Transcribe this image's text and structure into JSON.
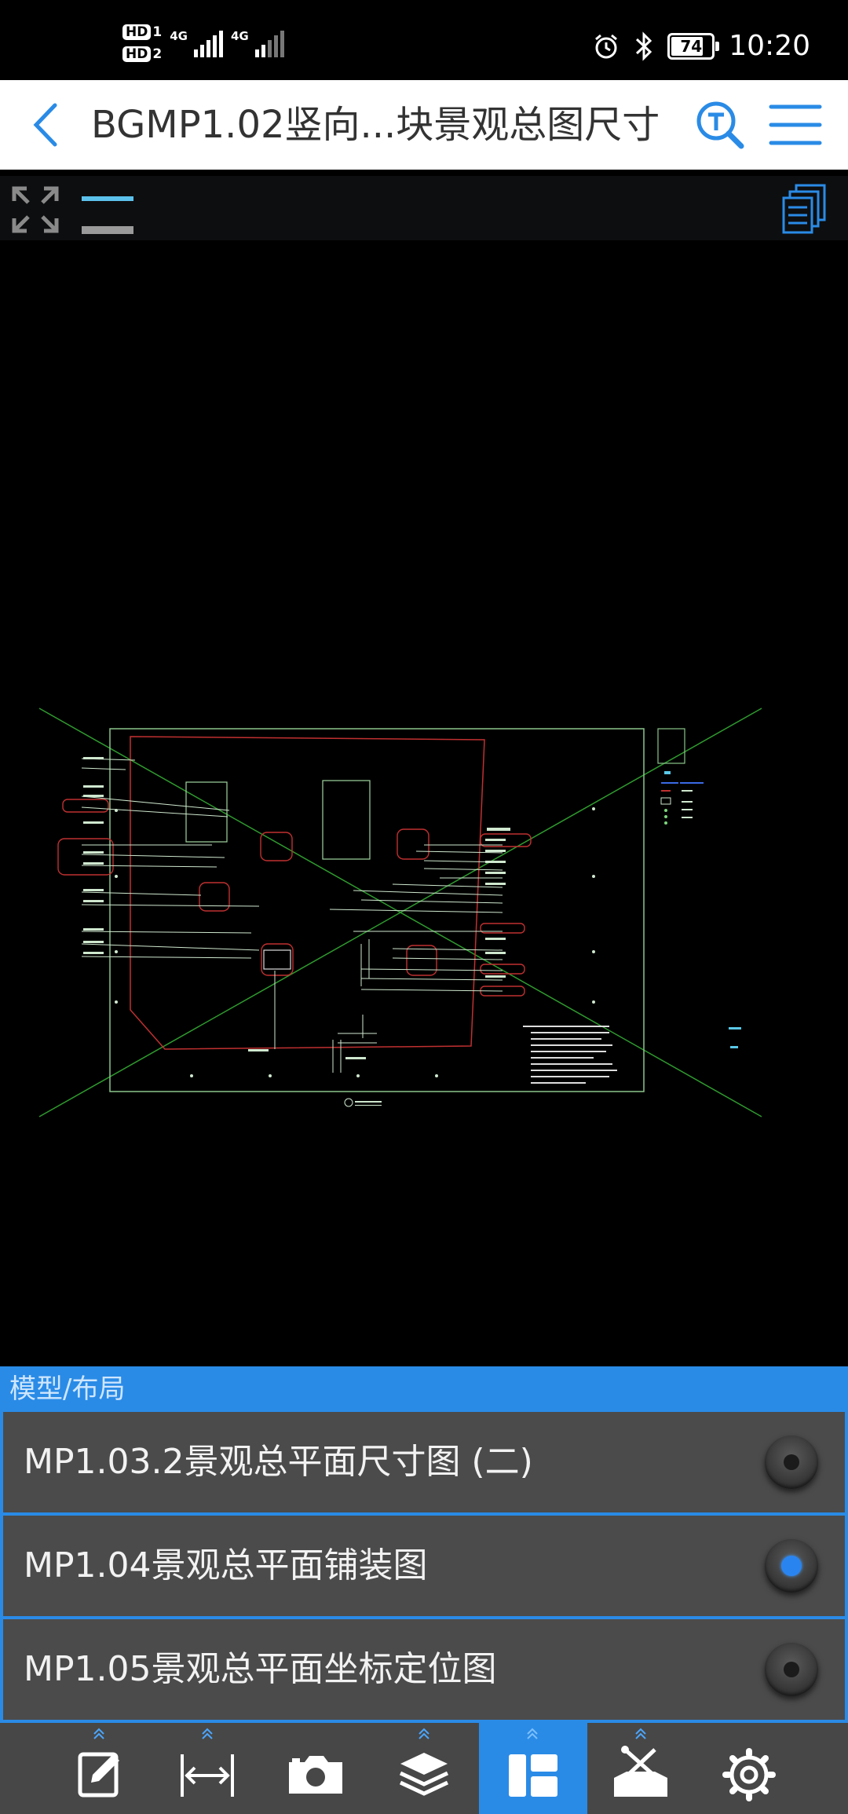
{
  "status_bar": {
    "sim1_label": "HD",
    "sim1_num": "1",
    "sim2_label": "HD",
    "sim2_num": "2",
    "network1": "4G",
    "network2": "4G",
    "battery_level": "74",
    "time": "10:20",
    "icons": [
      "alarm-icon",
      "bluetooth-icon",
      "battery-icon"
    ]
  },
  "header": {
    "title": "BGMP1.02竖向...块景观总图尺寸",
    "icons": [
      "back-arrow-icon",
      "text-search-icon",
      "menu-icon"
    ],
    "accent_color": "#2a8be6"
  },
  "toolbar": {
    "icons": [
      "expand-icon",
      "layout-toggle-icon",
      "pages-icon"
    ]
  },
  "panel": {
    "title": "模型/布局",
    "items": [
      {
        "label": "MP1.03.2景观总平面尺寸图 (二)",
        "selected": false
      },
      {
        "label": "MP1.04景观总平面铺装图",
        "selected": true
      },
      {
        "label": "MP1.05景观总平面坐标定位图",
        "selected": false
      }
    ]
  },
  "bottom_nav": {
    "items": [
      {
        "icon": "edit-icon",
        "active": false
      },
      {
        "icon": "measure-icon",
        "active": false
      },
      {
        "icon": "camera-icon",
        "active": false
      },
      {
        "icon": "layers-icon",
        "active": false
      },
      {
        "icon": "layout-icon",
        "active": true
      },
      {
        "icon": "tools-icon",
        "active": false
      },
      {
        "icon": "settings-icon",
        "active": false
      }
    ]
  }
}
